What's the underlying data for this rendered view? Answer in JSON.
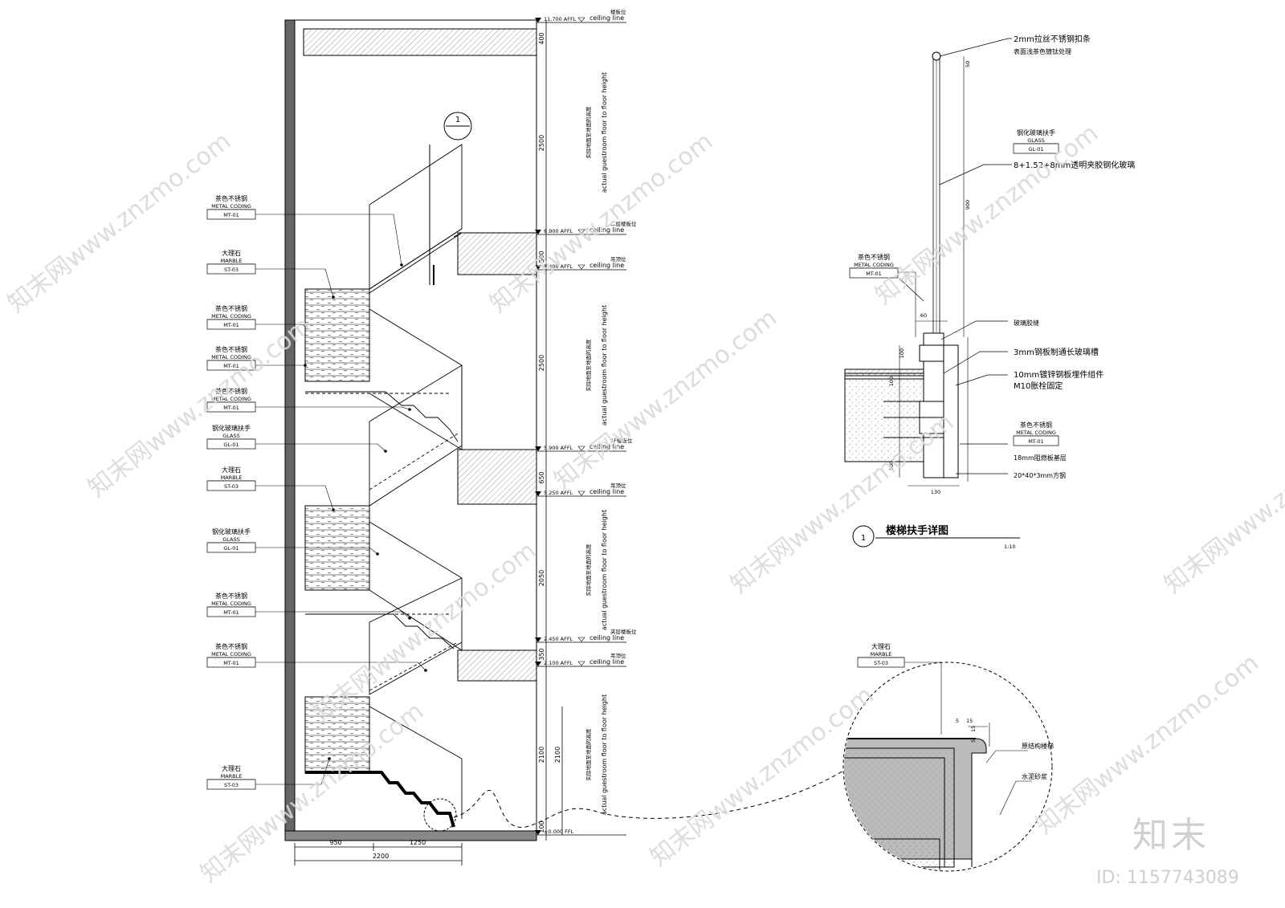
{
  "level_labels": [
    {
      "id": "lv-top",
      "elev": "11.700 AFFL",
      "cn": "楼板位",
      "en": "ceiling line"
    },
    {
      "id": "lv-2f",
      "elev": "8.900 AFFL",
      "cn": "二层楼板位",
      "en": "ceiling line"
    },
    {
      "id": "lv-2f-c",
      "elev": "8.400 AFFL",
      "cn": "吊顶位",
      "en": "ceiling line"
    },
    {
      "id": "lv-1f",
      "elev": "5.900 AFFL",
      "cn": "1F楼板位",
      "en": "ceiling line"
    },
    {
      "id": "lv-1f-c",
      "elev": "5.250 AFFL",
      "cn": "吊顶位",
      "en": "ceiling line"
    },
    {
      "id": "lv-mz",
      "elev": "2.450 AFFL",
      "cn": "夹层楼板位",
      "en": "ceiling line"
    },
    {
      "id": "lv-mz-c",
      "elev": "2.100 AFFL",
      "cn": "吊顶位",
      "en": "ceiling line"
    },
    {
      "id": "lv-floor",
      "elev": "±0.000 FFL",
      "cn": "",
      "en": ""
    }
  ],
  "vertical_dims": [
    "400",
    "2500",
    "500",
    "2500",
    "650",
    "2050",
    "350",
    "2100",
    "2100",
    "100"
  ],
  "height_notes": [
    {
      "cn": "实际地面至地面的高度",
      "en": "actual guestroom floor to floor height"
    },
    {
      "cn": "实际地面至地面的高度",
      "en": "actual guestroom floor to floor height"
    },
    {
      "cn": "实际地面至地面的高度",
      "en": "actual guestroom floor to floor height"
    },
    {
      "cn": "实际地面至地面的高度",
      "en": "actual guestroom floor to floor height"
    }
  ],
  "horizontal_dims": {
    "left": "950",
    "right": "1250",
    "total": "2200"
  },
  "left_tags": [
    {
      "cn": "茶色不锈钢",
      "en": "METAL CODING",
      "code": "MT-01"
    },
    {
      "cn": "大理石",
      "en": "MARBLE",
      "code": "ST-03"
    },
    {
      "cn": "茶色不锈钢",
      "en": "METAL CODING",
      "code": "MT-01"
    },
    {
      "cn": "茶色不锈钢",
      "en": "METAL CODING",
      "code": "MT-01"
    },
    {
      "cn": "茶色不锈钢",
      "en": "METAL CODING",
      "code": "MT-01"
    },
    {
      "cn": "钢化玻璃扶手",
      "en": "GLASS",
      "code": "GL-01"
    },
    {
      "cn": "大理石",
      "en": "MARBLE",
      "code": "ST-03"
    },
    {
      "cn": "钢化玻璃扶手",
      "en": "GLASS",
      "code": "GL-01"
    },
    {
      "cn": "茶色不锈钢",
      "en": "METAL CODING",
      "code": "MT-01"
    },
    {
      "cn": "茶色不锈钢",
      "en": "METAL CODING",
      "code": "MT-01"
    },
    {
      "cn": "大理石",
      "en": "MARBLE",
      "code": "ST-03"
    }
  ],
  "callout_number": "1",
  "detail": {
    "number": "1",
    "title": "楼梯扶手详图",
    "scale": "1:10",
    "notes": [
      "2mm拉丝不锈钢扣条",
      "表面浅茶色镀钛处理",
      "8+1.52+8mm透明夹胶钢化玻璃",
      "玻璃胶缝",
      "3mm钢板制通长玻璃槽",
      "10mm镀锌钢板埋件组件",
      "M10胀栓固定",
      "18mm阻燃板基层",
      "20*40*3mm方钢"
    ],
    "glass_tag": {
      "cn": "钢化玻璃扶手",
      "en": "GLASS",
      "code": "GL-01"
    },
    "metal_tag_left": {
      "cn": "茶色不锈钢",
      "en": "METAL CODING",
      "code": "MT-01"
    },
    "metal_tag_right": {
      "cn": "茶色不锈钢",
      "en": "METAL CODING",
      "code": "MT-01"
    },
    "dims": [
      "50",
      "900",
      "100",
      "60",
      "100",
      "100",
      "130"
    ]
  },
  "step_detail": {
    "tag": {
      "cn": "大理石",
      "en": "MARBLE",
      "code": "ST-03"
    },
    "dims": [
      "5",
      "15",
      "5",
      "15"
    ],
    "notes": [
      "原结构楼梯",
      "水泥砂浆"
    ]
  },
  "watermarks": [
    "知末网www.znzmo.com"
  ],
  "logo_text": "知末",
  "id_text": "ID: 1157743089"
}
